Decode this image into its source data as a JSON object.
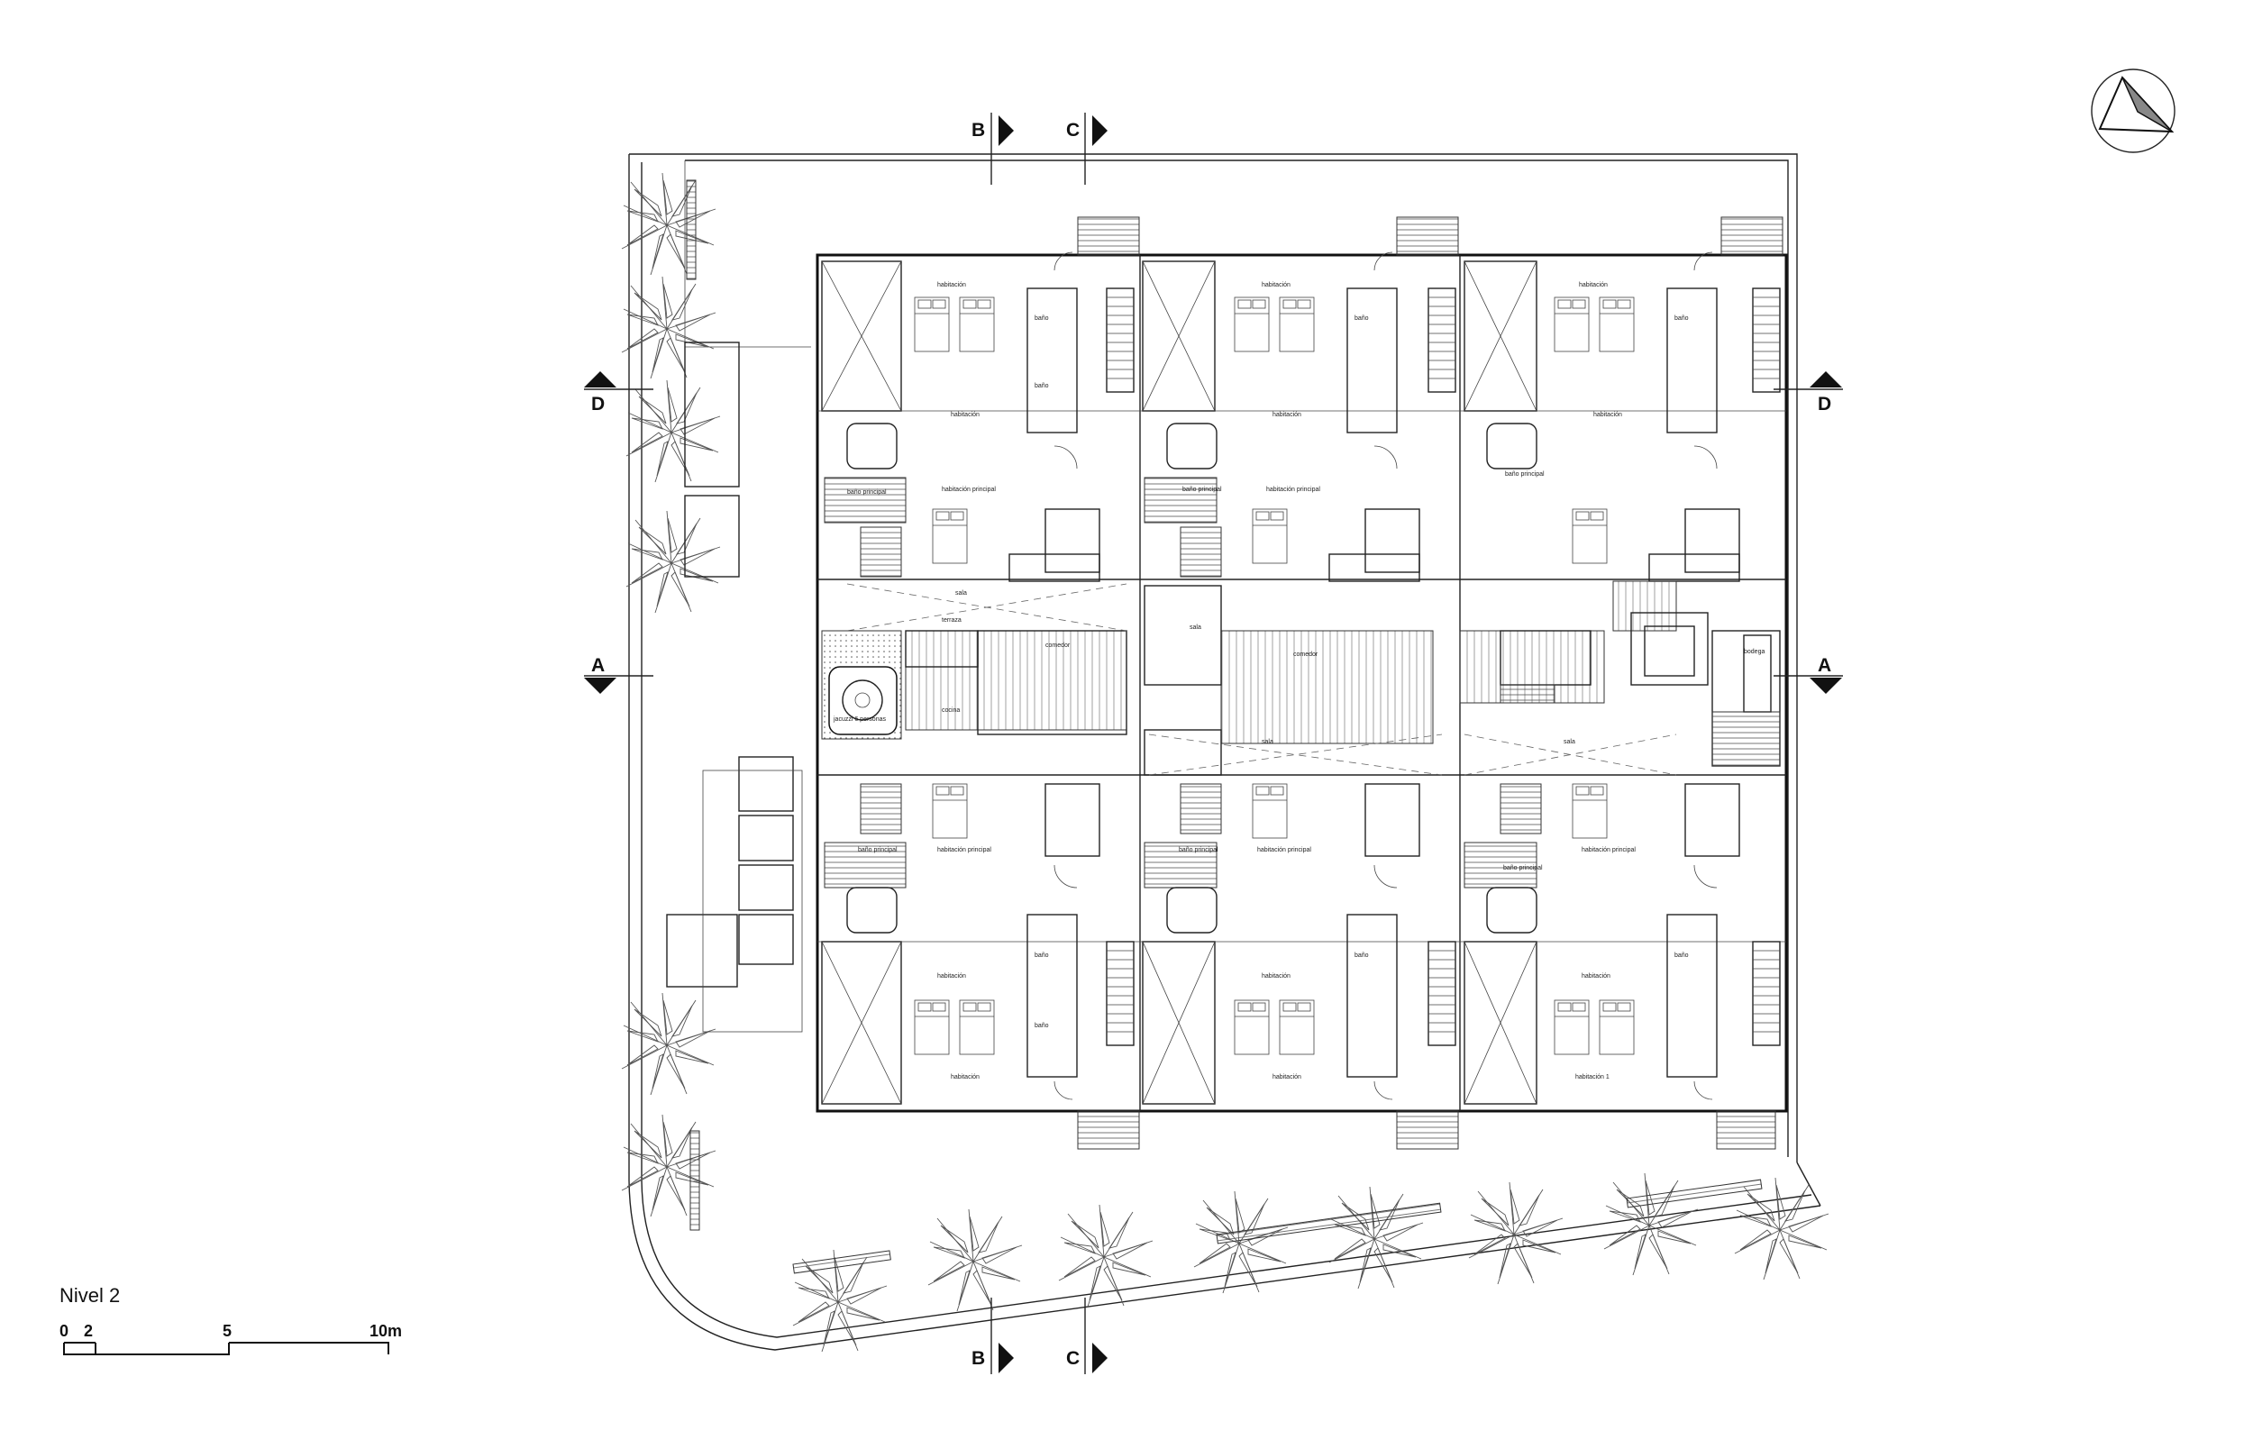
{
  "level_title": "Nivel 2",
  "scale_bar": {
    "ticks": [
      "0",
      "2",
      "5",
      "10m"
    ]
  },
  "section_markers": {
    "b": "B",
    "c": "C",
    "d": "D",
    "a": "A"
  },
  "room_labels": {
    "habitacion": "habitación",
    "habitacion_principal": "habitación principal",
    "habitacion_1": "habitación 1",
    "bano": "baño",
    "bano_principal": "baño principal",
    "sala": "sala",
    "comedor": "comedor",
    "cocina": "cocina",
    "terraza": "terraza",
    "jacuzzi": "jacuzzi 6 personas",
    "bodega": "bodega"
  },
  "icons": {
    "north_arrow": "north-arrow-icon",
    "palm": "palm-tree-icon"
  }
}
